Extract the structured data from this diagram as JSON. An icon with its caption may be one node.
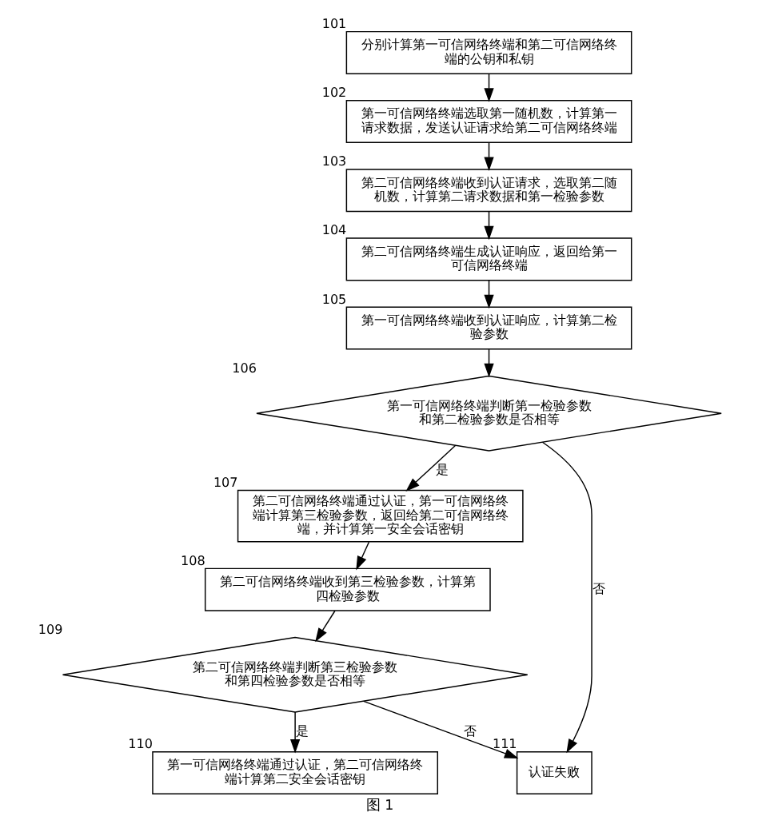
{
  "diagram": {
    "caption": "图 1",
    "nodes": [
      {
        "text": [
          "分别计算第一可信网络终端和第二可信网络终端的公钥和私钥"
        ],
        "beside": [
          "101"
        ]
      },
      {
        "text": [
          "第一可信网络终端选取第一随机数，计算第一请求数据，发送认证请求给第二可信网络终端"
        ],
        "beside": [
          "102"
        ]
      },
      {
        "text": [
          "第二可信网络终端收到认证请求，选取第二随机数，计算第二请求数据和第一检验参数"
        ],
        "beside": [
          "103"
        ]
      },
      {
        "text": [
          "第二可信网络终端生成认证响应，返回给第一可信网络终端"
        ],
        "beside": [
          "104"
        ]
      },
      {
        "text": [
          "第一可信网络终端收到认证响应，计算第二检验参数"
        ],
        "beside": [
          "105"
        ]
      },
      {
        "text": [
          "第一可信网络终端判断第一检验参数和第二检验参数是否相等"
        ],
        "beside": [
          "106"
        ]
      },
      {
        "text": [
          "第二可信网络终端通过认证，第一可信网络终端计算第三检验参数，返回给第二可信网络终端，并计算第一安全会话密钥"
        ],
        "beside": [
          "107"
        ]
      },
      {
        "text": [
          "第二可信网络终端收到第三检验参数，计算第四检验参数"
        ],
        "beside": [
          "108"
        ]
      },
      {
        "text": [
          "第二可信网络终端判断第三检验参数和第四检验参数是否相等"
        ],
        "beside": [
          "109"
        ]
      },
      {
        "text": [
          "第一可信网络终端通过认证，第二可信网络终端计算第二安全会话密钥"
        ],
        "beside": [
          "110"
        ]
      },
      {
        "text": [
          "认证失败"
        ],
        "beside": [
          "111"
        ]
      }
    ],
    "edges": [
      {
        "from": 0,
        "to": 1,
        "arrow": "to"
      },
      {
        "from": 1,
        "to": 2,
        "arrow": "to"
      },
      {
        "from": 2,
        "to": 3,
        "arrow": "to"
      },
      {
        "from": 3,
        "to": 4,
        "arrow": "to"
      },
      {
        "from": 4,
        "to": 5,
        "arrow": "to"
      },
      {
        "from": 5,
        "to": 6,
        "arrow": "to",
        "label": "是"
      },
      {
        "from": 5,
        "to": 10,
        "arrow": "to",
        "label": "否"
      },
      {
        "from": 6,
        "to": 7,
        "arrow": "to"
      },
      {
        "from": 7,
        "to": 8,
        "arrow": "to"
      },
      {
        "from": 8,
        "to": 9,
        "arrow": "to",
        "label": "是"
      },
      {
        "from": 8,
        "to": 10,
        "arrow": "to",
        "label": "否"
      }
    ]
  }
}
